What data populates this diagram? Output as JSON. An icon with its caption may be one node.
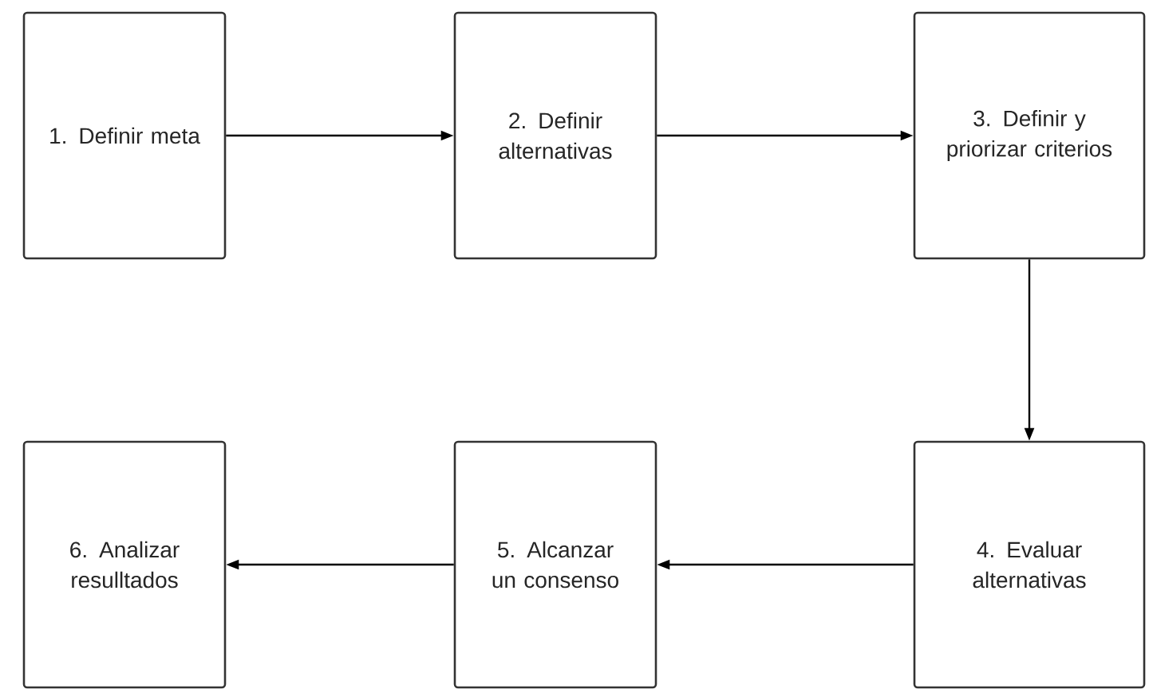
{
  "diagram": {
    "nodes": [
      {
        "text": [
          "1. Definir meta"
        ]
      },
      {
        "text": [
          "2. Definir alternativas"
        ]
      },
      {
        "text": [
          "3. Definir y priorizar criterios"
        ]
      },
      {
        "text": [
          "4. Evaluar alternativas"
        ]
      },
      {
        "text": [
          "5. Alcanzar un consenso"
        ]
      },
      {
        "text": [
          "6. Analizar resulltados"
        ]
      }
    ],
    "edges": [
      {
        "from": 0,
        "to": 1,
        "arrow": "to"
      },
      {
        "from": 1,
        "to": 2,
        "arrow": "to"
      },
      {
        "from": 2,
        "to": 3,
        "arrow": "to"
      },
      {
        "from": 3,
        "to": 4,
        "arrow": "to"
      },
      {
        "from": 4,
        "to": 5,
        "arrow": "to"
      }
    ]
  }
}
